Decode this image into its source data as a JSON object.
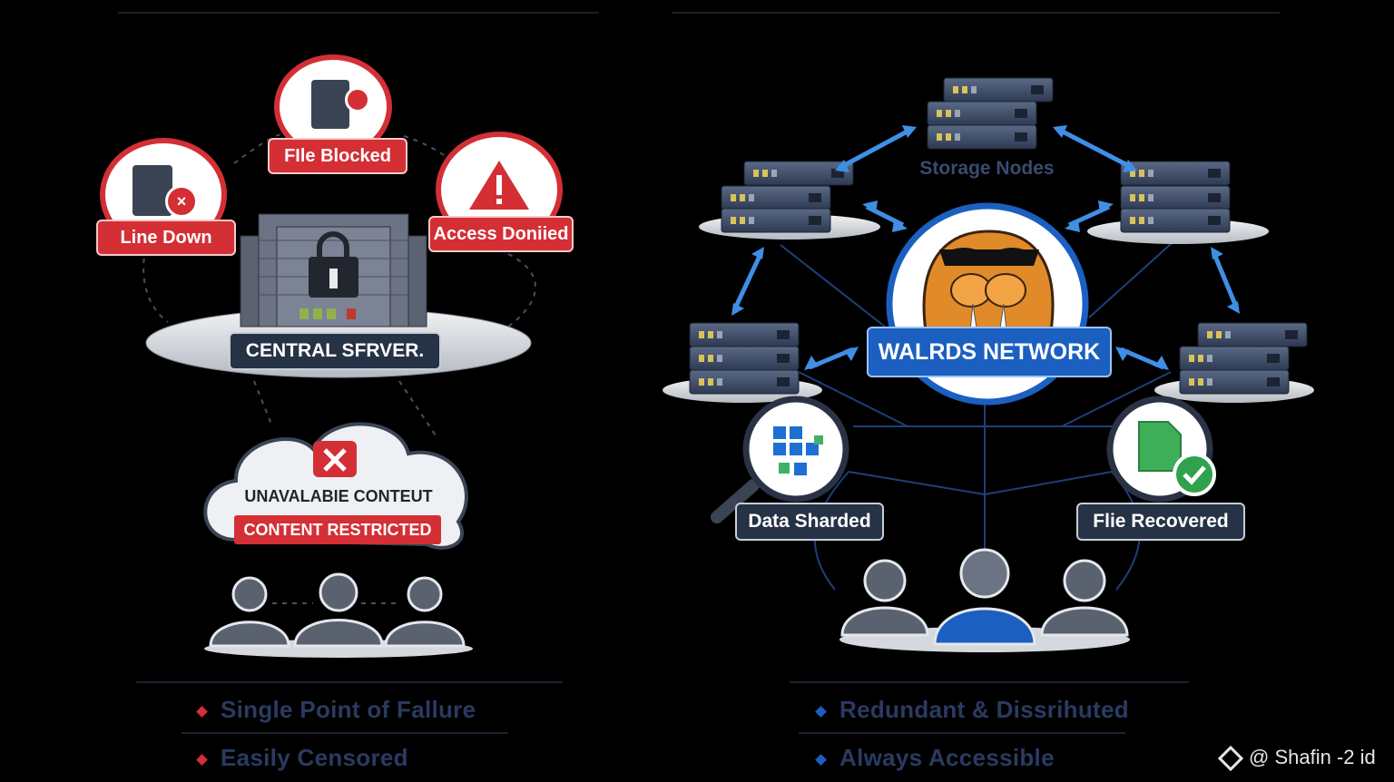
{
  "left": {
    "badges": [
      {
        "id": "file-blocked",
        "label": "FIle Blocked"
      },
      {
        "id": "line-down",
        "label": "Line Down"
      },
      {
        "id": "access-denied",
        "label": "Access Doniied"
      }
    ],
    "server_label": "CENTRAL SFRVER.",
    "cloud_title": "UNAVALABIE CONTEUT",
    "cloud_subtitle": "CONTENT RESTRICTED",
    "bullets": [
      "Single Point of Fallure",
      "Easily Censored"
    ],
    "accent": "#d32f35"
  },
  "right": {
    "storage_label": "Storage Nodes",
    "network_label": "WALRDS NETWORK",
    "data_sharded": "Data Sharded",
    "file_recovered": "Flie Recovered",
    "bullets": [
      "Redundant & Dissrihuted",
      "Always Accessible"
    ],
    "accent": "#1b5fc1"
  },
  "watermark": "@ Shafin -2 id"
}
